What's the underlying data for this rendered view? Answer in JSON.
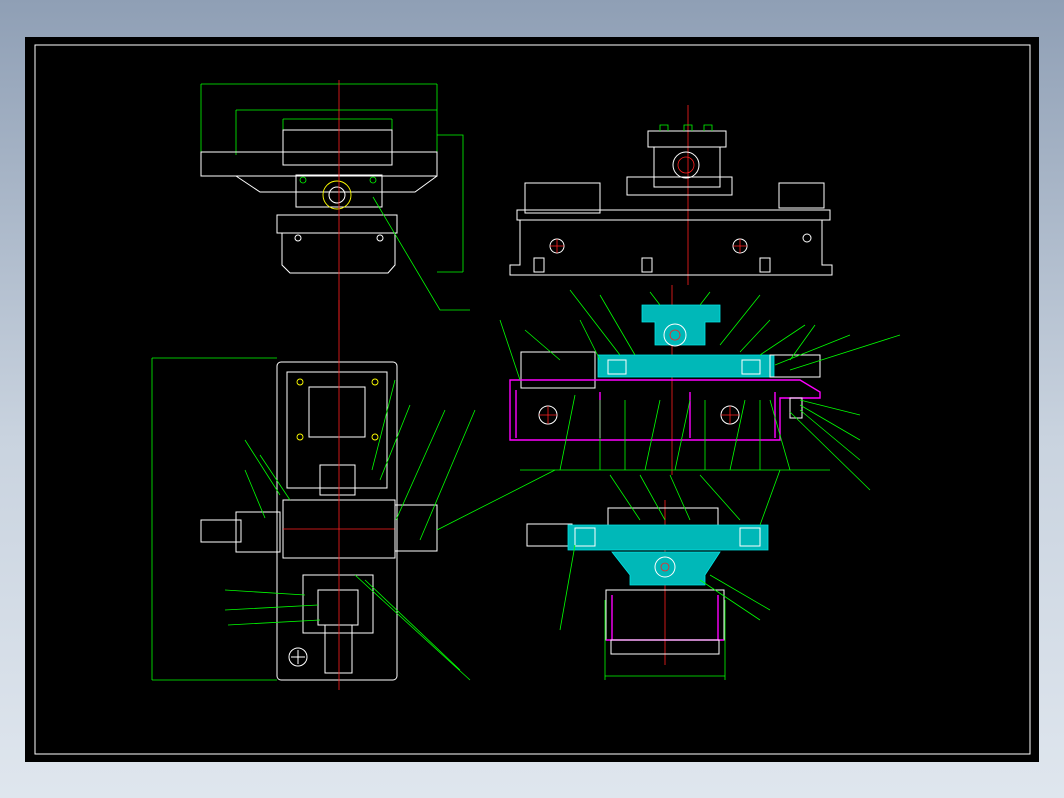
{
  "drawing": {
    "colors": {
      "background": "#000000",
      "viewer_background": "#a7b5c7",
      "frame": "#ffffff",
      "dimension": "#00ff00",
      "centerline": "#ff2020",
      "section_fill": "#00b8b8",
      "section_outline": "#ff00ff",
      "hidden": "#ffff00"
    },
    "views": [
      {
        "id": "top-left",
        "name": "front-elevation-view"
      },
      {
        "id": "top-right",
        "name": "side-elevation-view"
      },
      {
        "id": "bottom-left",
        "name": "plan-view"
      },
      {
        "id": "middle-right",
        "name": "longitudinal-section-view"
      },
      {
        "id": "bottom-right",
        "name": "cross-section-view"
      }
    ],
    "icons": [
      "cross-hatch-symbol",
      "bolt-symbol"
    ]
  }
}
